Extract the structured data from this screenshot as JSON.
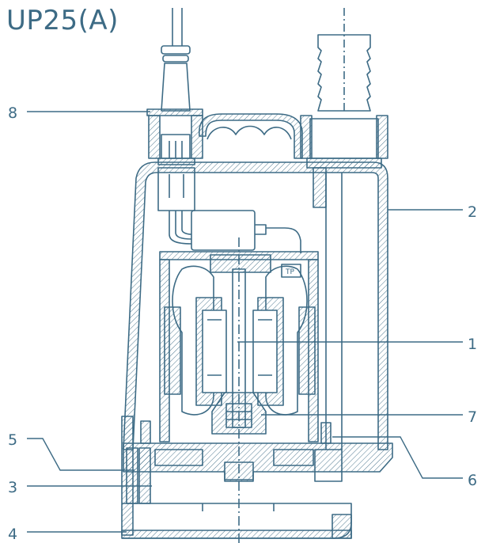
{
  "title": "UP25(A)",
  "callouts": [
    {
      "id": "c8",
      "text": "8"
    },
    {
      "id": "c2",
      "text": "2"
    },
    {
      "id": "c1",
      "text": "1"
    },
    {
      "id": "c7",
      "text": "7"
    },
    {
      "id": "c5",
      "text": "5"
    },
    {
      "id": "c6",
      "text": "6"
    },
    {
      "id": "c3",
      "text": "3"
    },
    {
      "id": "c4",
      "text": "4"
    }
  ],
  "colors": {
    "line": "#3d6b85",
    "text": "#3d6b85",
    "background": "#ffffff"
  },
  "plate_text": "TP"
}
